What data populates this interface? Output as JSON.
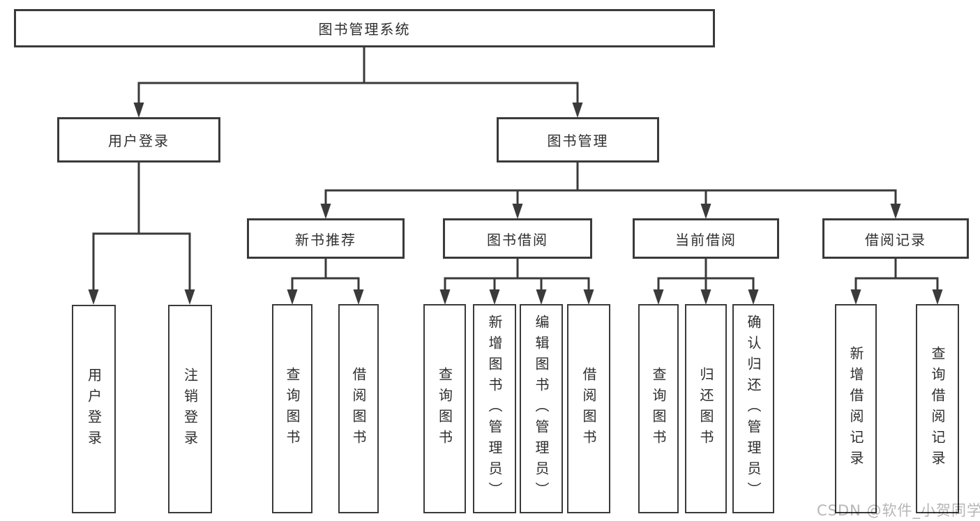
{
  "tree": {
    "root": "图书管理系统",
    "level2": [
      {
        "label": "用户登录"
      },
      {
        "label": "图书管理"
      }
    ],
    "level3": [
      {
        "label": "新书推荐"
      },
      {
        "label": "图书借阅"
      },
      {
        "label": "当前借阅"
      },
      {
        "label": "借阅记录"
      }
    ],
    "leaves": {
      "userLogin": [
        "用户登录",
        "注销登录"
      ],
      "newBooks": [
        "查询图书",
        "借阅图书"
      ],
      "bookBorrow": [
        "查询图书",
        "新增图书（管理员）",
        "编辑图书（管理员）",
        "借阅图书"
      ],
      "currentBorrow": [
        "查询图书",
        "归还图书",
        "确认归还（管理员）"
      ],
      "records": [
        "新增借阅记录",
        "查询借阅记录"
      ]
    }
  },
  "watermark": "CSDN @软件_小贺同学",
  "colors": {
    "line": "#3a3a3a",
    "box_border": "#3a3a3a",
    "text": "#2e2e2e",
    "watermark": "#b6b6b6",
    "background": "#ffffff"
  }
}
